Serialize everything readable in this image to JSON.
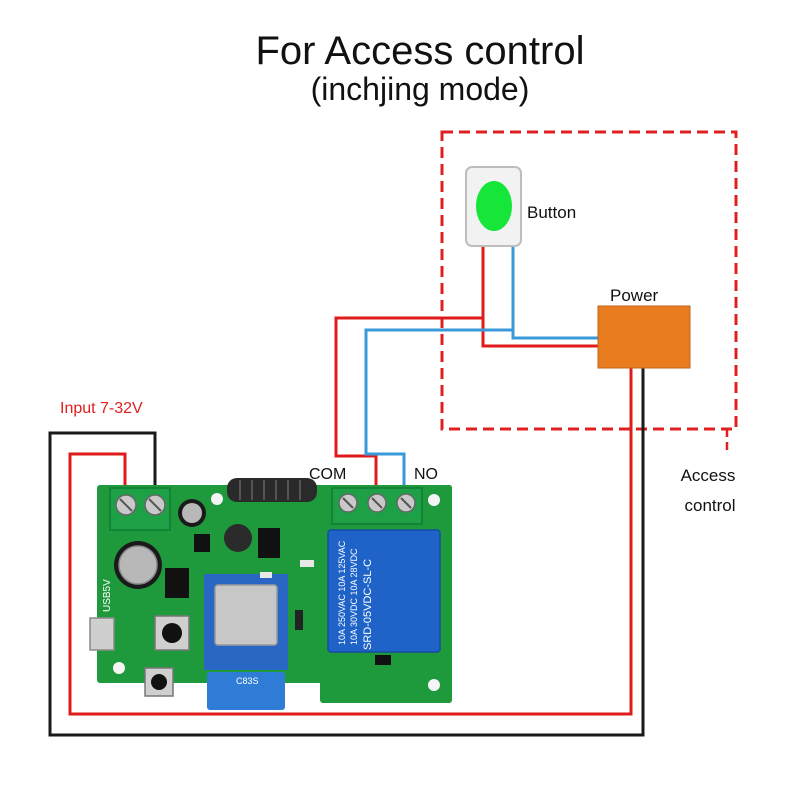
{
  "title": "For Access control",
  "subtitle": "(inchjing mode)",
  "labels": {
    "button": "Button",
    "power": "Power",
    "input": "Input 7-32V",
    "com": "COM",
    "no": "NO",
    "access_line1": "Access",
    "access_line2": "control",
    "usb": "USB5V",
    "chip": "C83S",
    "relay_line1": "10A 250VAC  10A 125VAC",
    "relay_line2": "10A 30VDC  10A 28VDC",
    "relay_model": "SRD-05VDC-SL-C"
  },
  "colors": {
    "red_wire": "#e01b1b",
    "blue_wire": "#3a9ad9",
    "black_wire": "#1a1a1a",
    "dashed_box": "#e02020",
    "input_text": "#e02020",
    "power_box": "#e87c1e",
    "button_green": "#16e63a",
    "pcb_green": "#1e9a3c",
    "relay_blue": "#1f63c8",
    "terminal_green": "#1ea046"
  }
}
